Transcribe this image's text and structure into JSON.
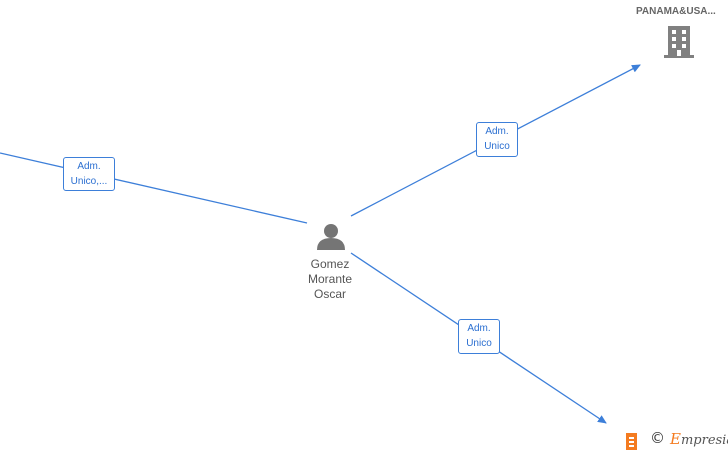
{
  "person": {
    "name_line1": "Gomez",
    "name_line2": "Morante",
    "name_line3": "Oscar",
    "icon": "person-icon"
  },
  "company": {
    "name": "PANAMA&USA...",
    "icon": "building-icon"
  },
  "edges": {
    "left": {
      "line1": "Adm.",
      "line2": "Unico,..."
    },
    "top_right": {
      "line1": "Adm.",
      "line2": "Unico"
    },
    "bottom_right": {
      "line1": "Adm.",
      "line2": "Unico"
    }
  },
  "colors": {
    "edge": "#3d7fd9",
    "node_icon": "#757575",
    "brand_orange": "#f47b20"
  },
  "footer": {
    "copyright": "©",
    "brand_initial": "E",
    "brand_rest": "mpresia",
    "logo_icon": "empresia-logo-icon"
  }
}
